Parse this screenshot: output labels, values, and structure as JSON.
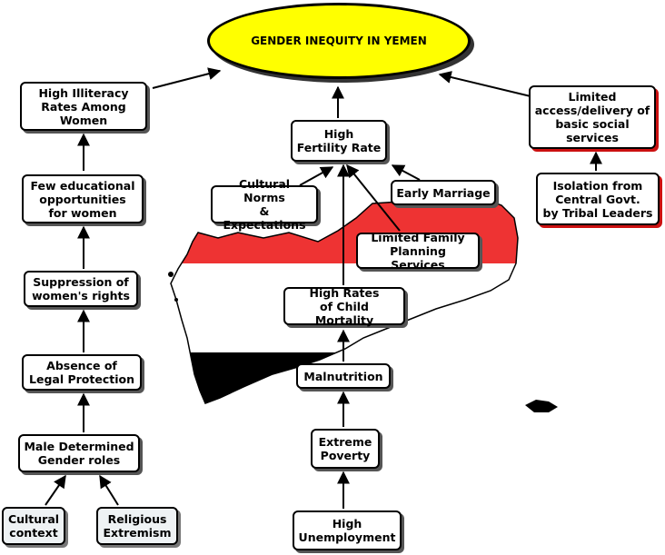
{
  "title": "GENDER INEQUITY IN YEMEN",
  "map": {
    "flag_colors": {
      "red": "#ee3333",
      "white": "#ffffff",
      "black": "#000000"
    }
  },
  "nodes": {
    "illiteracy": "High Illiteracy\nRates Among\nWomen",
    "few_education": "Few educational\nopportunities\nfor women",
    "suppression": "Suppression of\nwomen's rights",
    "absence_legal": "Absence of\nLegal Protection",
    "male_roles": "Male Determined\nGender roles",
    "cultural_context": "Cultural\ncontext",
    "religious_extremism": "Religious\nExtremism",
    "high_fertility": "High\nFertility Rate",
    "cultural_norms": "Cultural Norms\n& Expectations",
    "early_marriage": "Early Marriage",
    "limited_family": "Limited Family\nPlanning Services",
    "child_mortality": "High Rates\nof Child Mortality",
    "malnutrition": "Malnutrition",
    "extreme_poverty": "Extreme\nPoverty",
    "high_unemployment": "High\nUnemployment",
    "limited_access": "Limited\naccess/delivery of\nbasic social\nservices",
    "isolation": "Isolation from\nCentral Govt.\nby Tribal Leaders"
  },
  "colors": {
    "ellipse_fill": "#ffff00",
    "accent_shadow": "#cc1111",
    "leaf_fill": "#eef2f4"
  }
}
